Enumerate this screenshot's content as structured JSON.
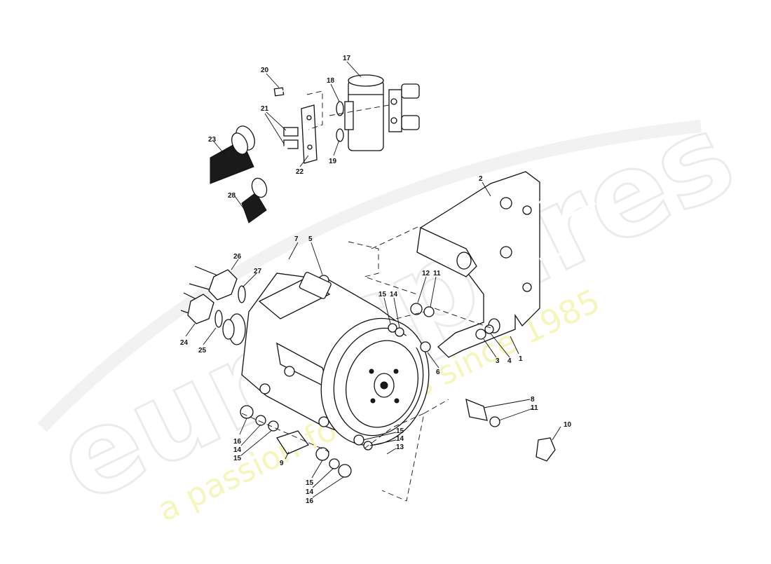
{
  "watermark": {
    "brand": "eurospares",
    "tagline": "a passion for parts since 1985",
    "brand_color": "#d8d8d8",
    "tagline_color": "#eeee7a"
  },
  "callouts": {
    "c1": "1",
    "c2": "2",
    "c3": "3",
    "c4": "4",
    "c5": "5",
    "c6": "6",
    "c7": "7",
    "c8": "8",
    "c9": "9",
    "c10": "10",
    "c11a": "11",
    "c11b": "11",
    "c12": "12",
    "c13": "13",
    "c14a": "14",
    "c14b": "14",
    "c14c": "14",
    "c14d": "14",
    "c15a": "15",
    "c15b": "15",
    "c15c": "15",
    "c15d": "15",
    "c16a": "16",
    "c16b": "16",
    "c17": "17",
    "c18": "18",
    "c19": "19",
    "c20": "20",
    "c21": "21",
    "c22": "22",
    "c23": "23",
    "c24": "24",
    "c25": "25",
    "c26": "26",
    "c27": "27",
    "c28": "28"
  }
}
